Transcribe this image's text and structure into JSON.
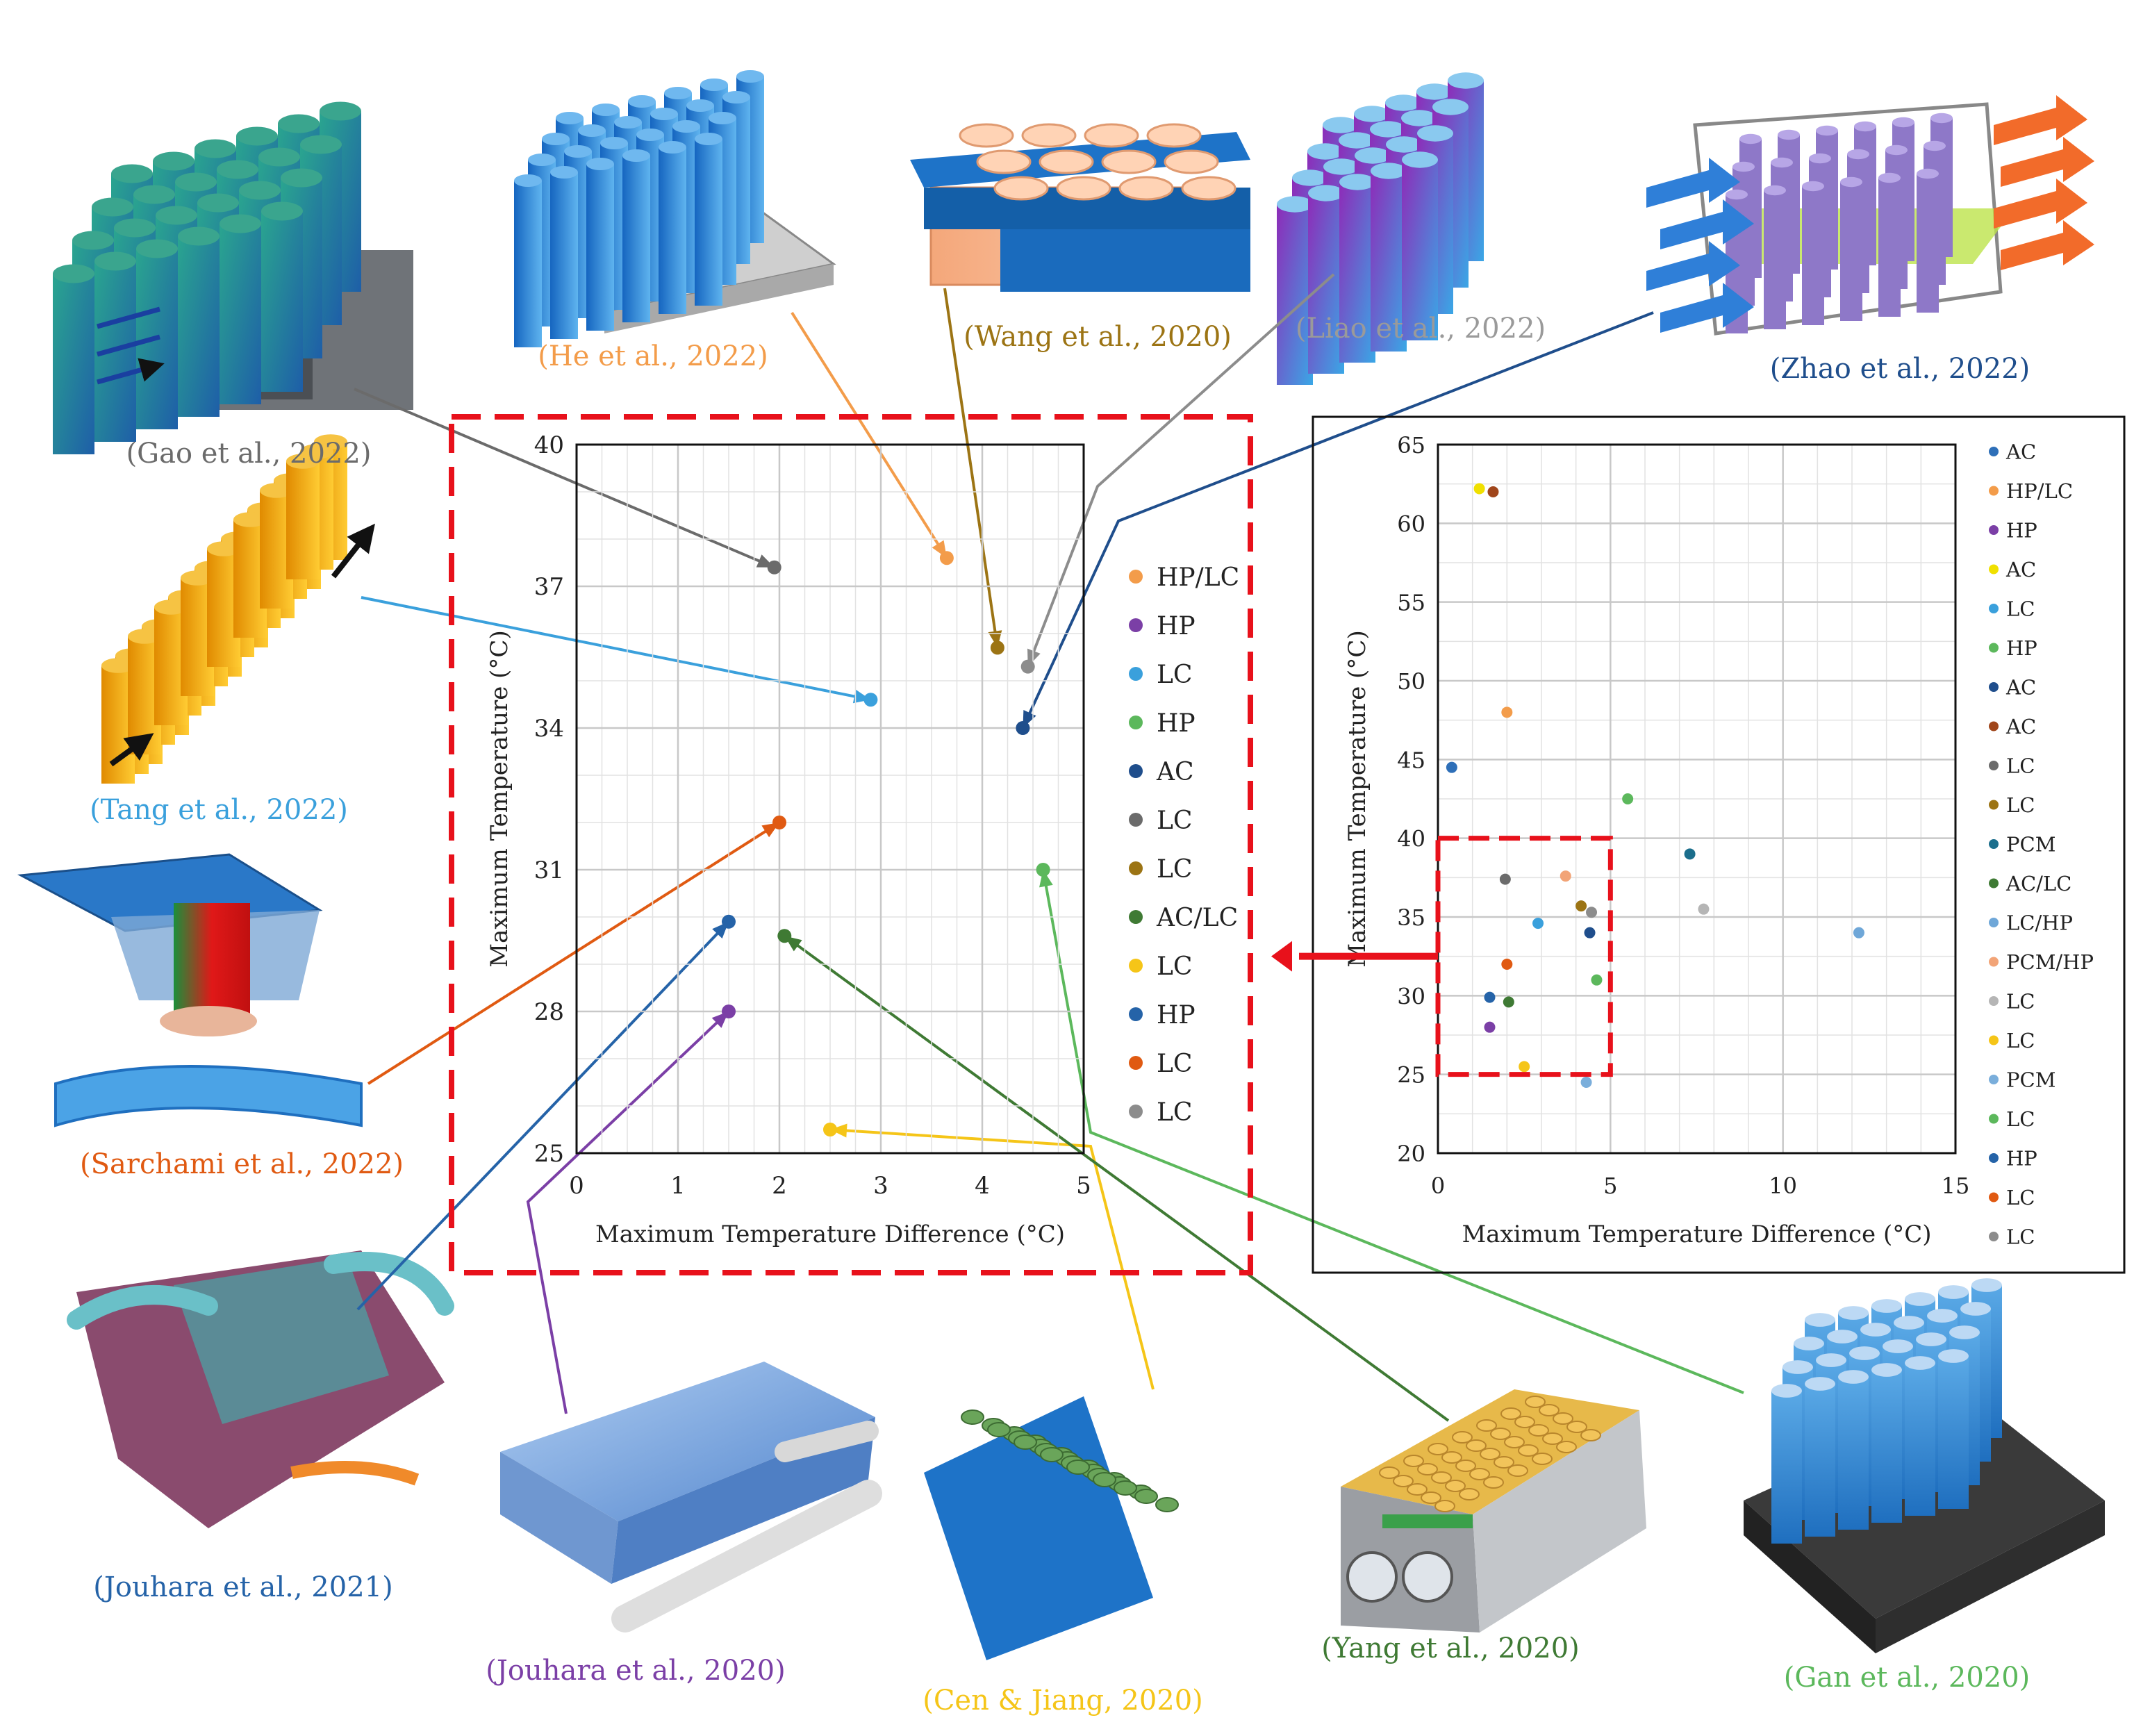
{
  "colors": {
    "AC_dark": "#1f4e8c",
    "HP_LC": "#f39c4a",
    "HP_purple": "#7b3fa6",
    "LC_blue": "#3aa0dc",
    "HP_green": "#5cb85c",
    "LC_gray": "#6b6b6b",
    "LC_olive": "#9c7414",
    "AC_LC": "#3f7a34",
    "LC_yellow": "#f5c518",
    "LC_orange": "#e05a12",
    "LC_lightgray": "#9a9a9a",
    "highlight_red": "#e8111b"
  },
  "captions": {
    "gao": "(Gao et al., 2022)",
    "he": "(He et al., 2022)",
    "wang": "(Wang et al., 2020)",
    "liao": "(Liao et al., 2022)",
    "zhao": "(Zhao et al., 2022)",
    "tang": "(Tang et al., 2022)",
    "sarchami": "(Sarchami et al., 2022)",
    "jouhara2021": "(Jouhara et al., 2021)",
    "jouhara2020": "(Jouhara et al., 2020)",
    "cen": "(Cen & Jiang, 2020)",
    "yang": "(Yang et al., 2020)",
    "gan": "(Gan et al., 2020)"
  },
  "chart_data": [
    {
      "type": "scatter",
      "xlabel": "Maximum  Temperature  Difference  (°C)",
      "ylabel": "Maximum  Temperature  (°C)",
      "xlim": [
        0,
        5
      ],
      "ylim": [
        25,
        40
      ],
      "x_ticks": [
        "0",
        "1",
        "2",
        "3",
        "4",
        "5"
      ],
      "y_ticks": [
        "25",
        "28",
        "31",
        "34",
        "37",
        "40"
      ],
      "grid": true,
      "legend_position": "right",
      "series": [
        {
          "name": "HP/LC",
          "x": [
            3.65
          ],
          "y": [
            37.6
          ],
          "color": "#f39c4a"
        },
        {
          "name": "HP",
          "x": [
            1.5
          ],
          "y": [
            28.0
          ],
          "color": "#7b3fa6"
        },
        {
          "name": "LC",
          "x": [
            2.9
          ],
          "y": [
            34.6
          ],
          "color": "#3aa0dc"
        },
        {
          "name": "HP",
          "x": [
            4.6
          ],
          "y": [
            31.0
          ],
          "color": "#5cb85c"
        },
        {
          "name": "AC",
          "x": [
            4.4
          ],
          "y": [
            34.0
          ],
          "color": "#1f4e8c"
        },
        {
          "name": "LC",
          "x": [
            1.95
          ],
          "y": [
            37.4
          ],
          "color": "#6b6b6b"
        },
        {
          "name": "LC",
          "x": [
            4.15
          ],
          "y": [
            35.7
          ],
          "color": "#9c7414"
        },
        {
          "name": "AC/LC",
          "x": [
            2.05
          ],
          "y": [
            29.6
          ],
          "color": "#3f7a34"
        },
        {
          "name": "LC",
          "x": [
            2.5
          ],
          "y": [
            25.5
          ],
          "color": "#f5c518"
        },
        {
          "name": "HP",
          "x": [
            1.5
          ],
          "y": [
            29.9
          ],
          "color": "#2563a8"
        },
        {
          "name": "LC",
          "x": [
            2.0
          ],
          "y": [
            32.0
          ],
          "color": "#e05a12"
        },
        {
          "name": "LC",
          "x": [
            4.45
          ],
          "y": [
            35.3
          ],
          "color": "#8c8c8c"
        }
      ]
    },
    {
      "type": "scatter",
      "xlabel": "Maximum  Temperature  Difference  (°C)",
      "ylabel": "Maximum  Temperature  (°C)",
      "xlim": [
        0,
        15
      ],
      "ylim": [
        20,
        65
      ],
      "x_ticks": [
        "0",
        "5",
        "10",
        "15"
      ],
      "y_ticks": [
        "20",
        "25",
        "30",
        "35",
        "40",
        "45",
        "50",
        "55",
        "60",
        "65"
      ],
      "grid": true,
      "legend_position": "right",
      "series": [
        {
          "name": "AC",
          "x": [
            0.4
          ],
          "y": [
            44.5
          ],
          "color": "#2e6fb8"
        },
        {
          "name": "HP/LC",
          "x": [
            2.0
          ],
          "y": [
            48.0
          ],
          "color": "#f39c4a"
        },
        {
          "name": "HP",
          "x": [
            1.5
          ],
          "y": [
            28.0
          ],
          "color": "#7b3fa6"
        },
        {
          "name": "AC",
          "x": [
            1.2
          ],
          "y": [
            62.2
          ],
          "color": "#f0e000"
        },
        {
          "name": "LC",
          "x": [
            2.9
          ],
          "y": [
            34.6
          ],
          "color": "#3aa0dc"
        },
        {
          "name": "HP",
          "x": [
            5.5
          ],
          "y": [
            42.5
          ],
          "color": "#5cb85c"
        },
        {
          "name": "AC",
          "x": [
            4.4
          ],
          "y": [
            34.0
          ],
          "color": "#1f4e8c"
        },
        {
          "name": "AC",
          "x": [
            1.6
          ],
          "y": [
            62.0
          ],
          "color": "#a0461b"
        },
        {
          "name": "LC",
          "x": [
            1.95
          ],
          "y": [
            37.4
          ],
          "color": "#6b6b6b"
        },
        {
          "name": "LC",
          "x": [
            4.15
          ],
          "y": [
            35.7
          ],
          "color": "#9c7414"
        },
        {
          "name": "PCM",
          "x": [
            7.3
          ],
          "y": [
            39.0
          ],
          "color": "#1b6e8c"
        },
        {
          "name": "AC/LC",
          "x": [
            2.05
          ],
          "y": [
            29.6
          ],
          "color": "#3f7a34"
        },
        {
          "name": "LC/HP",
          "x": [
            12.2
          ],
          "y": [
            34.0
          ],
          "color": "#6fa7d8"
        },
        {
          "name": "PCM/HP",
          "x": [
            3.7
          ],
          "y": [
            37.6
          ],
          "color": "#f2a477"
        },
        {
          "name": "LC",
          "x": [
            7.7
          ],
          "y": [
            35.5
          ],
          "color": "#b5b5b5"
        },
        {
          "name": "LC",
          "x": [
            2.5
          ],
          "y": [
            25.5
          ],
          "color": "#f5c518"
        },
        {
          "name": "PCM",
          "x": [
            4.3
          ],
          "y": [
            24.5
          ],
          "color": "#7aaedb"
        },
        {
          "name": "LC",
          "x": [
            4.6
          ],
          "y": [
            31.0
          ],
          "color": "#5cb85c"
        },
        {
          "name": "HP",
          "x": [
            1.5
          ],
          "y": [
            29.9
          ],
          "color": "#2563a8"
        },
        {
          "name": "LC",
          "x": [
            2.0
          ],
          "y": [
            32.0
          ],
          "color": "#e05a12"
        },
        {
          "name": "LC",
          "x": [
            4.45
          ],
          "y": [
            35.3
          ],
          "color": "#8c8c8c"
        }
      ]
    }
  ]
}
